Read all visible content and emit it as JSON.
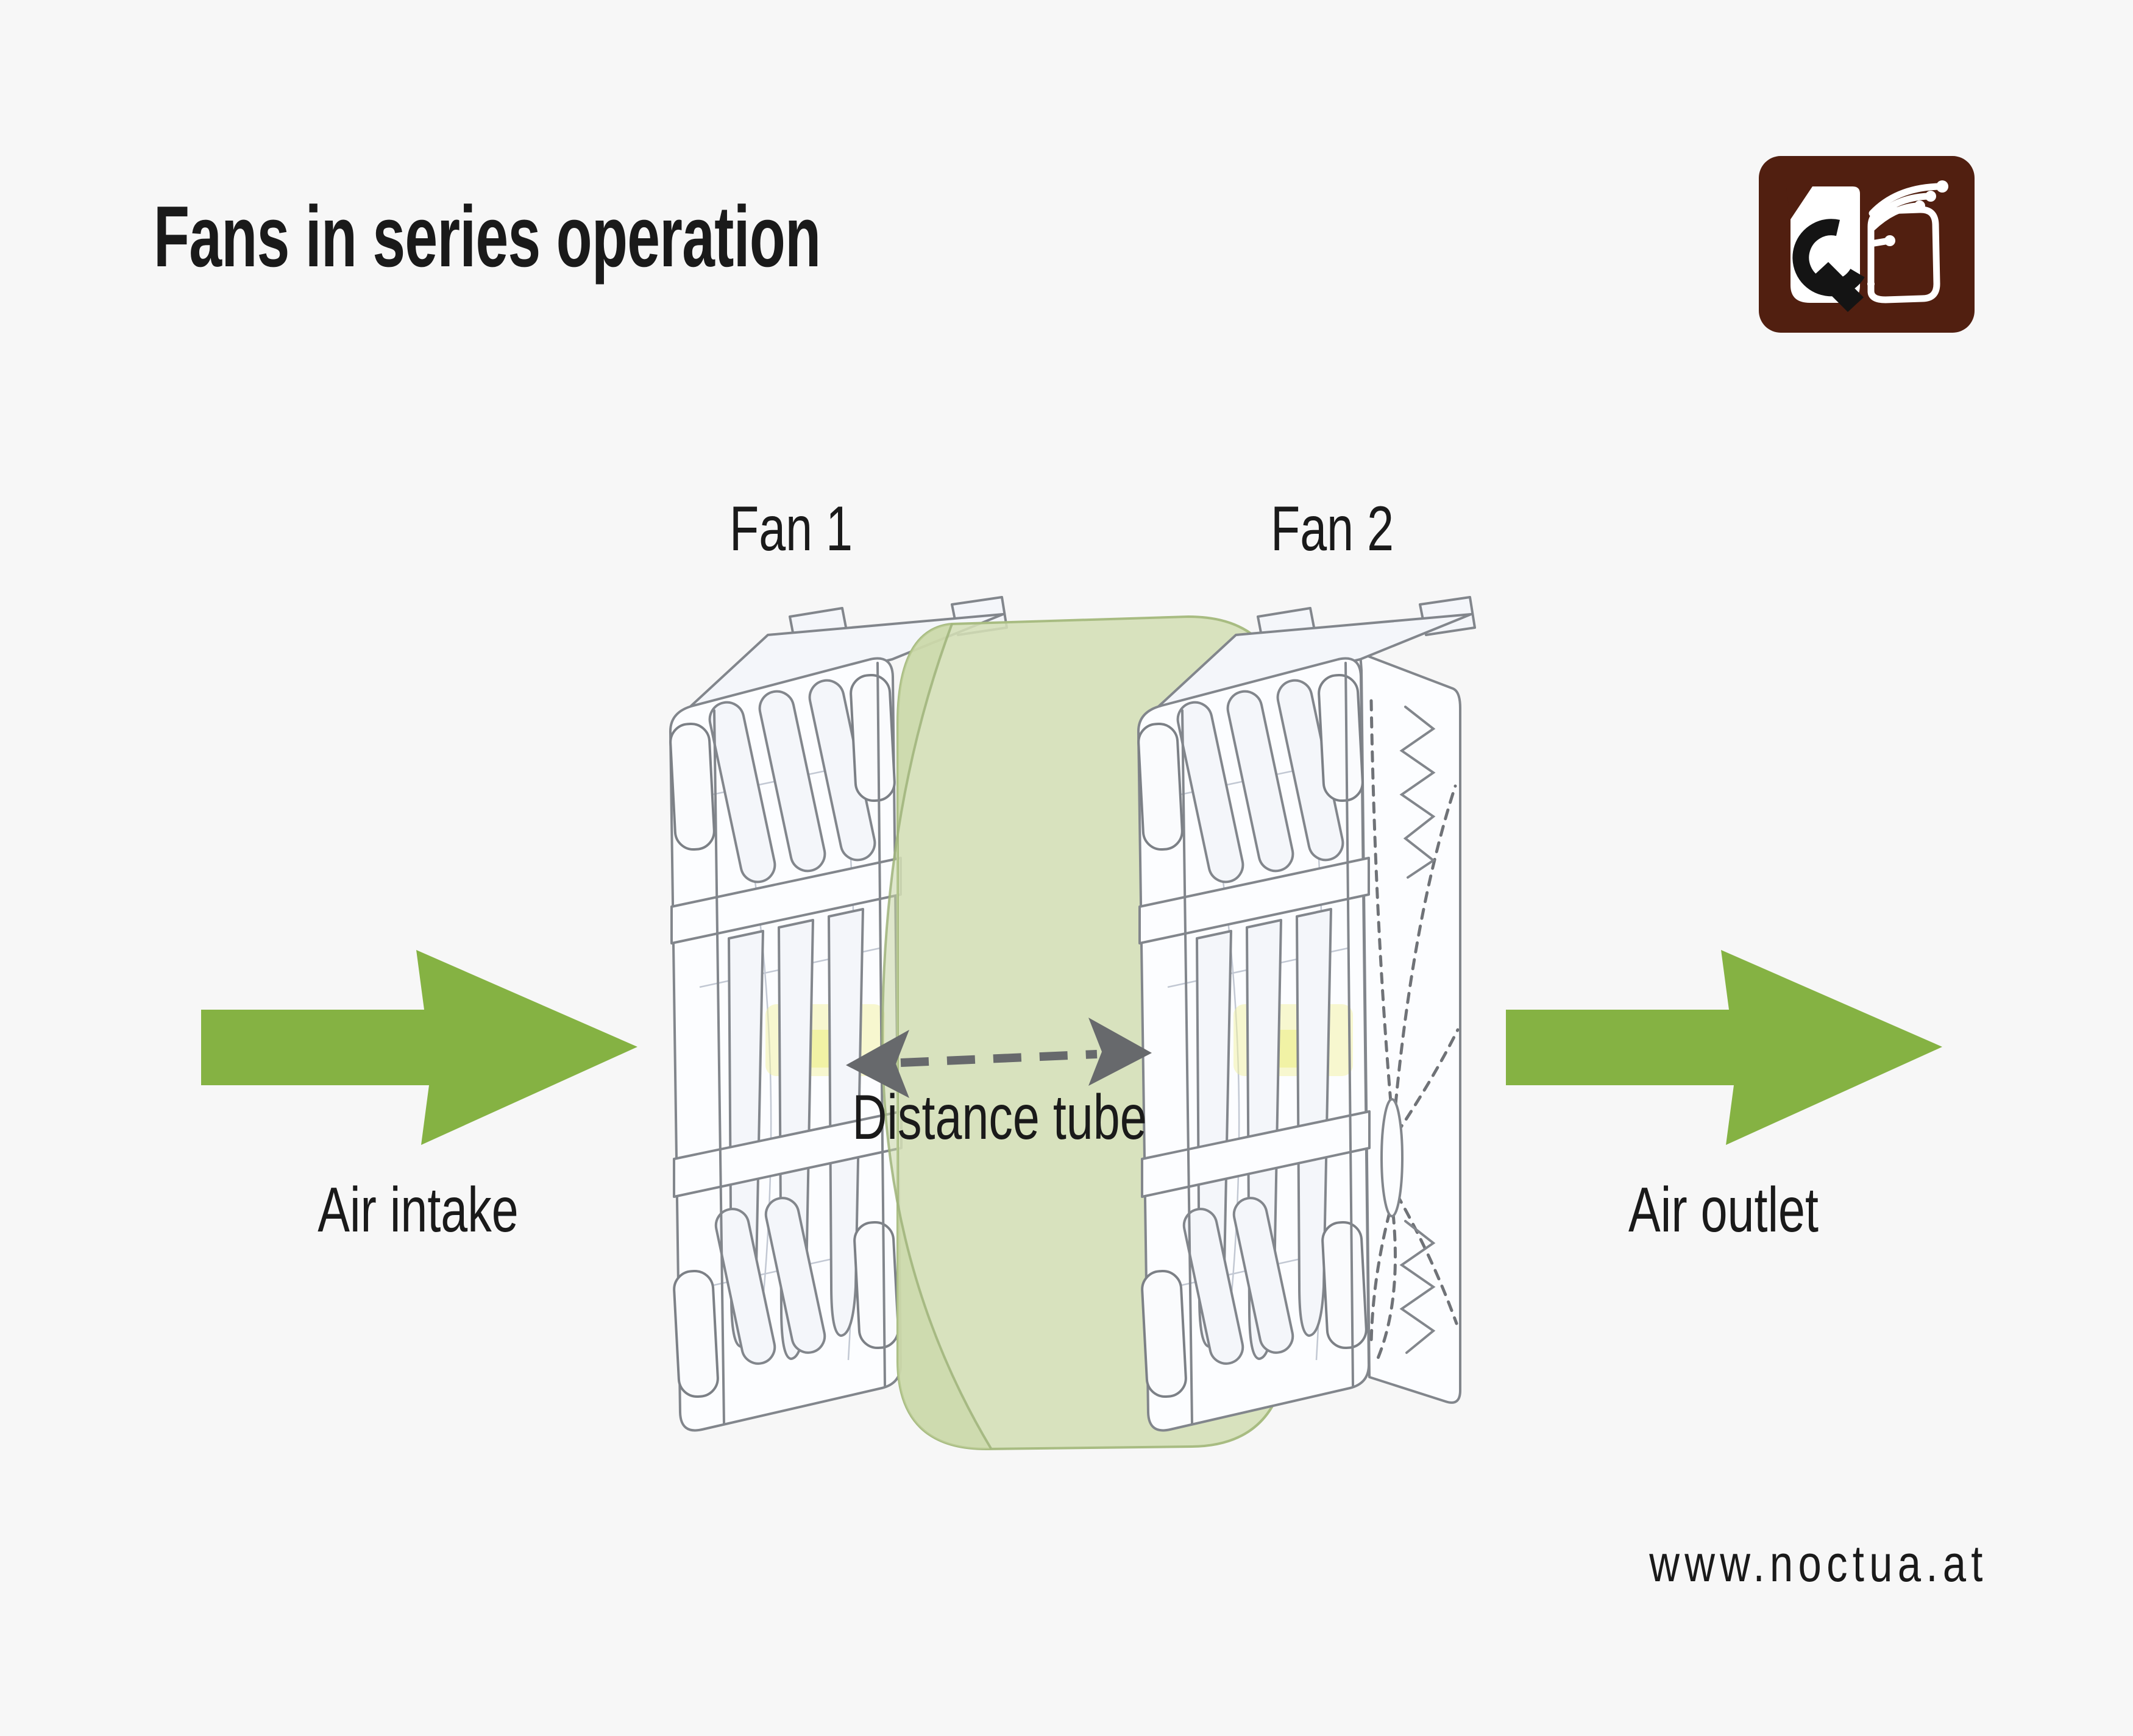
{
  "header": {
    "title": "Fans in series operation"
  },
  "brand": {
    "logo_name": "noctua-owl-fan-logo",
    "website": "www.noctua.at",
    "logo_brown": "#511f10",
    "logo_white": "#ffffff",
    "logo_black": "#141414"
  },
  "diagram": {
    "fan1_label": "Fan 1",
    "fan2_label": "Fan 2",
    "distance_tube_label": "Distance tube",
    "air_intake_label": "Air intake",
    "air_outlet_label": "Air outlet",
    "colors": {
      "flow_arrow_green": "#85b243",
      "tube_green": "#d3dfb5",
      "tube_cap_green": "#c7d6a2",
      "tube_outline": "#a8bc82",
      "dashed_arrow_gray": "#67696c",
      "lineart_gray": "#82868c",
      "background": "#f7f7f7",
      "text": "#1a1a1a"
    }
  }
}
